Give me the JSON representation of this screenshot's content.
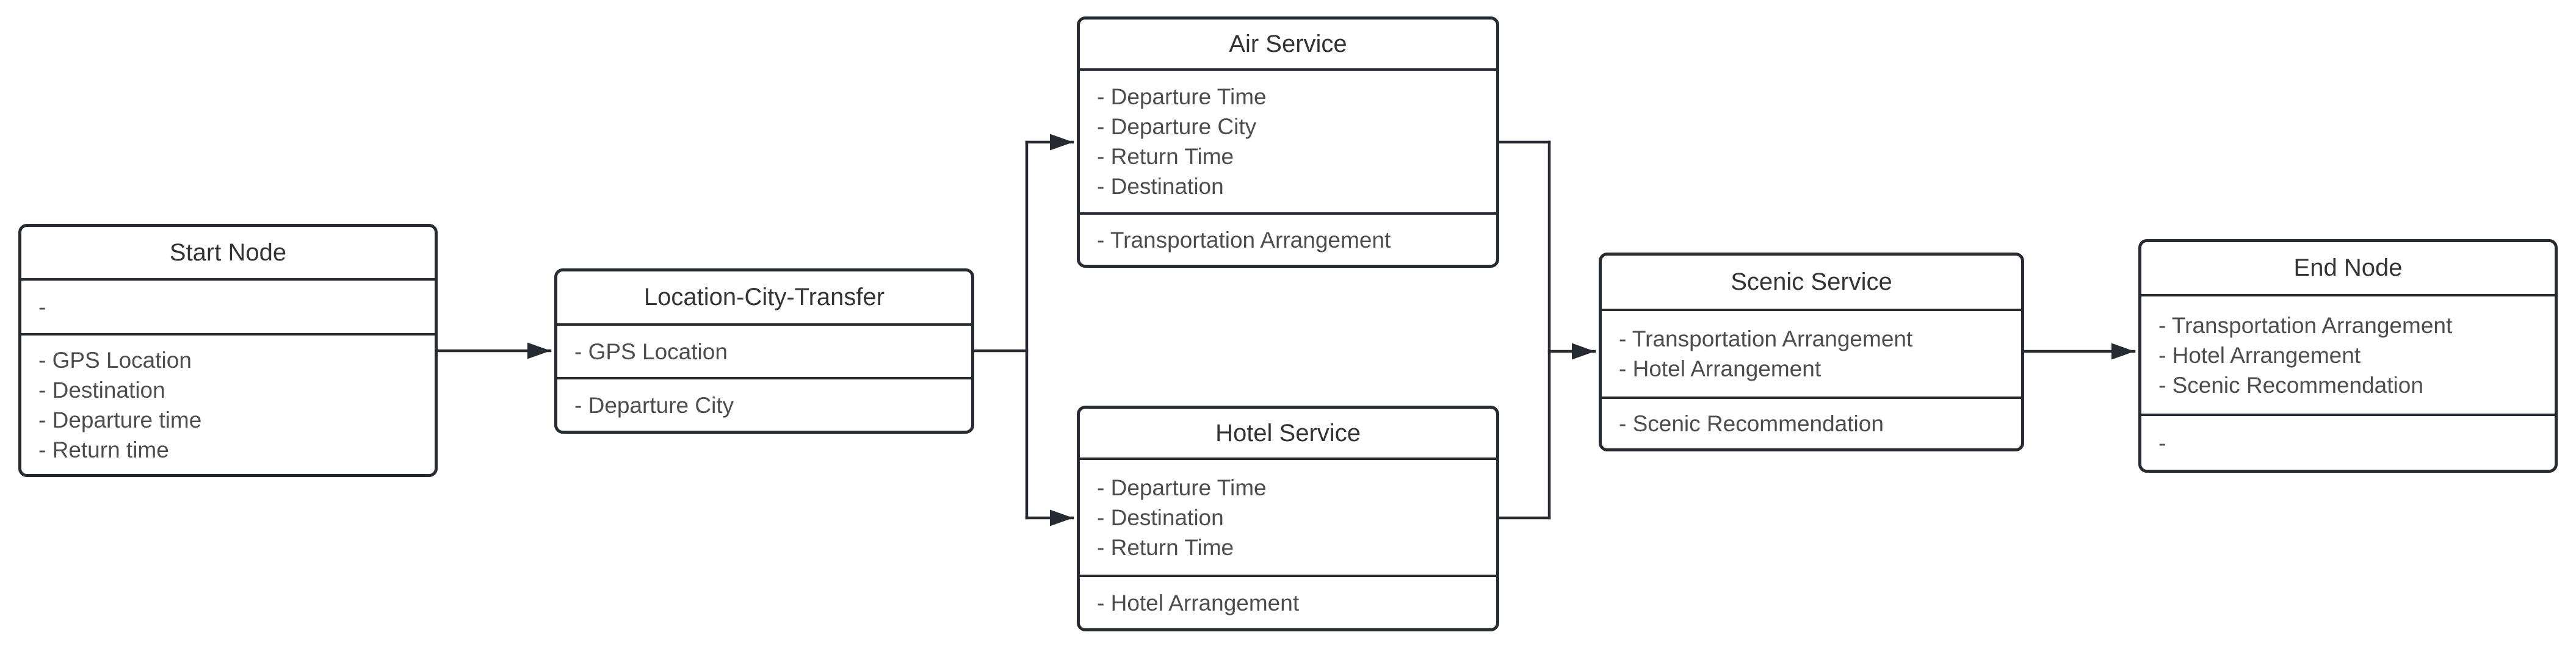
{
  "diagram": {
    "background_color": "#ffffff",
    "stroke_color": "#262a31",
    "title_text_color": "#333333",
    "attribute_text_color": "#4d4d4d",
    "nodes": [
      {
        "id": "start-node",
        "title": "Start Node",
        "sections": [
          [
            "-"
          ],
          [
            "- GPS Location",
            "- Destination",
            "- Departure time",
            "- Return time"
          ]
        ]
      },
      {
        "id": "location-city-transfer",
        "title": "Location-City-Transfer",
        "sections": [
          [
            "- GPS Location"
          ],
          [
            "- Departure City"
          ]
        ]
      },
      {
        "id": "air-service",
        "title": "Air Service",
        "sections": [
          [
            "- Departure Time",
            "- Departure City",
            "- Return Time",
            "- Destination"
          ],
          [
            "- Transportation Arrangement"
          ]
        ]
      },
      {
        "id": "hotel-service",
        "title": "Hotel Service",
        "sections": [
          [
            "- Departure Time",
            "- Destination",
            "- Return Time"
          ],
          [
            "- Hotel Arrangement"
          ]
        ]
      },
      {
        "id": "scenic-service",
        "title": "Scenic Service",
        "sections": [
          [
            "- Transportation Arrangement",
            "- Hotel Arrangement"
          ],
          [
            "- Scenic Recommendation"
          ]
        ]
      },
      {
        "id": "end-node",
        "title": "End Node",
        "sections": [
          [
            "- Transportation Arrangement",
            "- Hotel Arrangement",
            "- Scenic Recommendation"
          ],
          [
            "-"
          ]
        ]
      }
    ],
    "edges": [
      {
        "from": "start-node",
        "to": "location-city-transfer"
      },
      {
        "from": "location-city-transfer",
        "to": "air-service"
      },
      {
        "from": "location-city-transfer",
        "to": "hotel-service"
      },
      {
        "from": "air-service",
        "to": "scenic-service"
      },
      {
        "from": "hotel-service",
        "to": "scenic-service"
      },
      {
        "from": "scenic-service",
        "to": "end-node"
      }
    ]
  }
}
